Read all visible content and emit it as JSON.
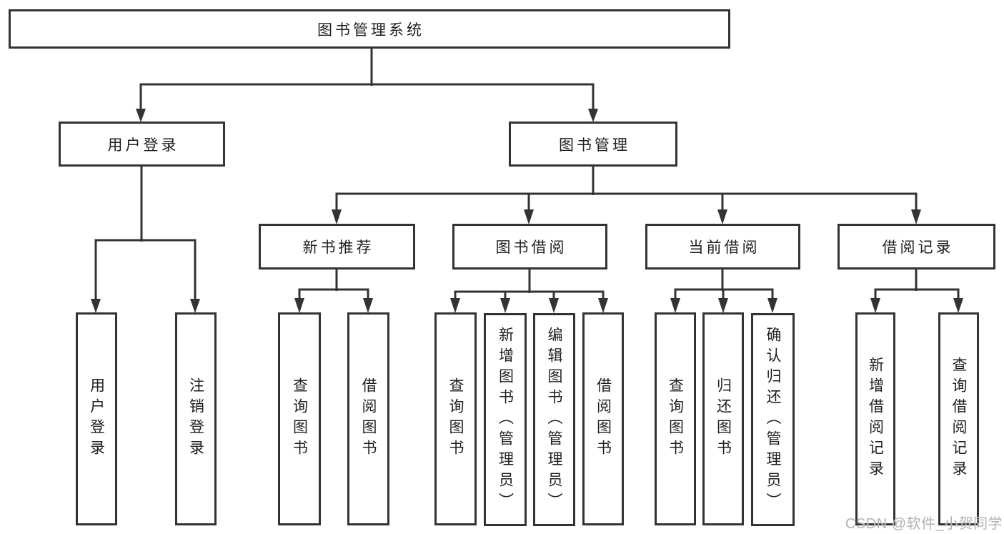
{
  "diagram": {
    "root": {
      "label": "图书管理系统"
    },
    "branches": [
      {
        "label": "用户登录",
        "children": [
          {
            "label": "用户登录"
          },
          {
            "label": "注销登录"
          }
        ]
      },
      {
        "label": "图书管理",
        "children": [
          {
            "label": "新书推荐",
            "children": [
              {
                "label": "查询图书"
              },
              {
                "label": "借阅图书"
              }
            ]
          },
          {
            "label": "图书借阅",
            "children": [
              {
                "label": "查询图书"
              },
              {
                "label": "新增图书（管理员）"
              },
              {
                "label": "编辑图书（管理员）"
              },
              {
                "label": "借阅图书"
              }
            ]
          },
          {
            "label": "当前借阅",
            "children": [
              {
                "label": "查询图书"
              },
              {
                "label": "归还图书"
              },
              {
                "label": "确认归还（管理员）"
              }
            ]
          },
          {
            "label": "借阅记录",
            "children": [
              {
                "label": "新增借阅记录"
              },
              {
                "label": "查询借阅记录"
              }
            ]
          }
        ]
      }
    ]
  },
  "watermark": {
    "text": "CSDN @软件_小贺同学"
  },
  "colors": {
    "line": "#333333",
    "text": "#1f1f1f",
    "background": "#ffffff",
    "watermark": "#b2b2b2"
  }
}
